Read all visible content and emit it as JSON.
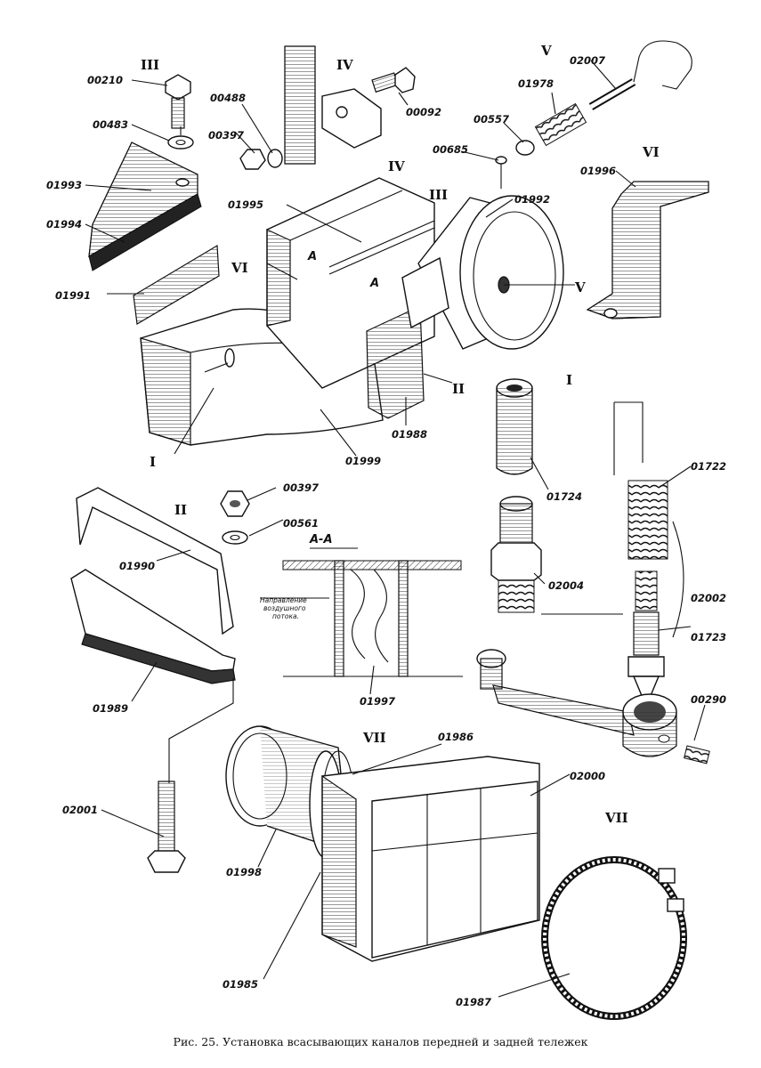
{
  "caption": "Рис. 25. Установка всасывающих каналов передней и задней тележек",
  "section_label": "А-А",
  "section_mark": "А",
  "section_note": [
    "Направление",
    "воздушного",
    "потока."
  ],
  "roman_labels": {
    "r1_top": "III",
    "r2_top": "IV",
    "r3_top": "V",
    "r4_top": "VI",
    "r5_iv": "IV",
    "r6_iii": "III",
    "r7_vi": "VI",
    "r8_v": "V",
    "r9_ii": "II",
    "r10_i": "I",
    "r11_i": "I",
    "r12_ii": "II",
    "r13_vii": "VII",
    "r14_vii": "VII"
  },
  "part_numbers": {
    "p00210": "00210",
    "p00483": "00483",
    "p01993": "01993",
    "p01994": "01994",
    "p00488": "00488",
    "p00397a": "00397",
    "p00092": "00092",
    "p01978": "01978",
    "p02007": "02007",
    "p00557": "00557",
    "p00685": "00685",
    "p01996": "01996",
    "p01995": "01995",
    "p01992": "01992",
    "p01991": "01991",
    "p01988": "01988",
    "p01999": "01999",
    "p00397b": "00397",
    "p00561": "00561",
    "p01990": "01990",
    "p01989": "01989",
    "p01997": "01997",
    "p01724": "01724",
    "p01722": "01722",
    "p02004": "02004",
    "p02002": "02002",
    "p01723": "01723",
    "p00290": "00290",
    "p01986": "01986",
    "p02000": "02000",
    "p02001": "02001",
    "p01998": "01998",
    "p01985": "01985",
    "p01987": "01987"
  }
}
